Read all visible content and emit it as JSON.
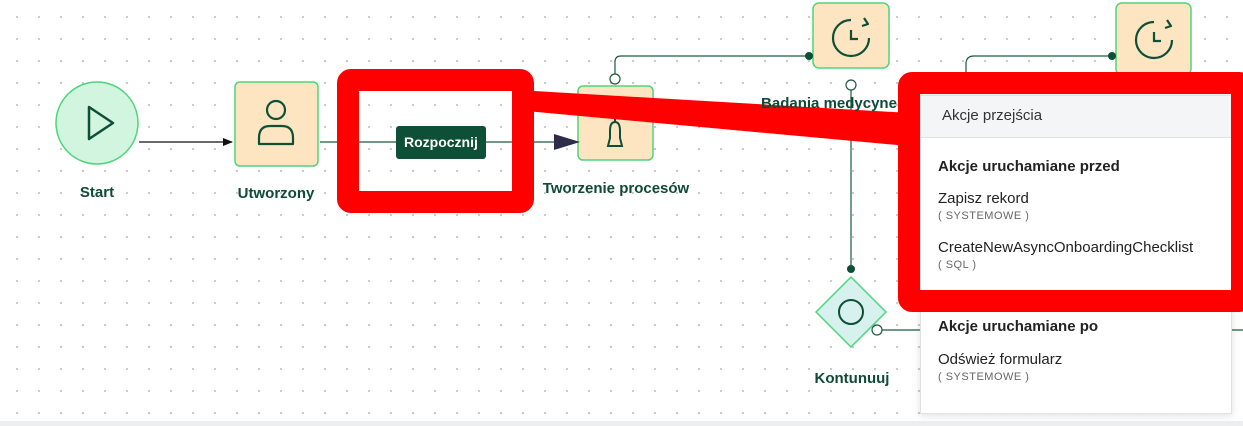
{
  "nodes": {
    "start": {
      "label": "Start",
      "icon": "play-icon"
    },
    "utworzony": {
      "label": "Utworzony",
      "icon": "user-icon"
    },
    "tworzenie": {
      "label": "Tworzenie procesów",
      "icon": "bell-icon"
    },
    "badania": {
      "label": "Badania medycyne",
      "icon": "timer-icon"
    },
    "kontunuuj": {
      "label": "Kontunuuj",
      "icon": "circle-icon"
    },
    "timer2": {
      "label": "",
      "icon": "timer-icon"
    }
  },
  "transition": {
    "label": "Rozpocznij"
  },
  "panel": {
    "header": "Akcje przejścia",
    "before_title": "Akcje uruchamiane przed",
    "before_actions": [
      {
        "name": "Zapisz rekord",
        "type": "( SYSTEMOWE )"
      },
      {
        "name": "CreateNewAsyncOnboardingChecklist",
        "type": "( SQL )"
      }
    ],
    "after_title": "Akcje uruchamiane po",
    "after_actions": [
      {
        "name": "Odśwież formularz",
        "type": "( SYSTEMOWE )"
      }
    ]
  },
  "colors": {
    "node_fill": "#fde5c2",
    "node_border": "#4cd67a",
    "start_fill": "#d2f5df",
    "diamond_fill": "#d7f1ee",
    "dark_green": "#0e4f38",
    "highlight_red": "#ff0000",
    "arrow_dark": "#2d2d4a"
  }
}
